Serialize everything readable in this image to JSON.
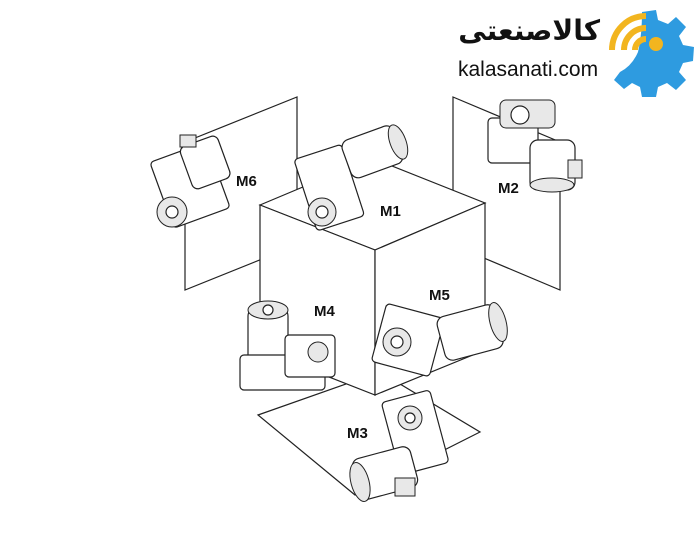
{
  "logo": {
    "brand_fa": "کالاصنعتی",
    "url": "kalasanati.com",
    "colors": {
      "wifi": "#f2b51f",
      "gear": "#2e9be0"
    }
  },
  "positions": [
    {
      "label": "M1"
    },
    {
      "label": "M2"
    },
    {
      "label": "M3"
    },
    {
      "label": "M4"
    },
    {
      "label": "M5"
    },
    {
      "label": "M6"
    }
  ]
}
